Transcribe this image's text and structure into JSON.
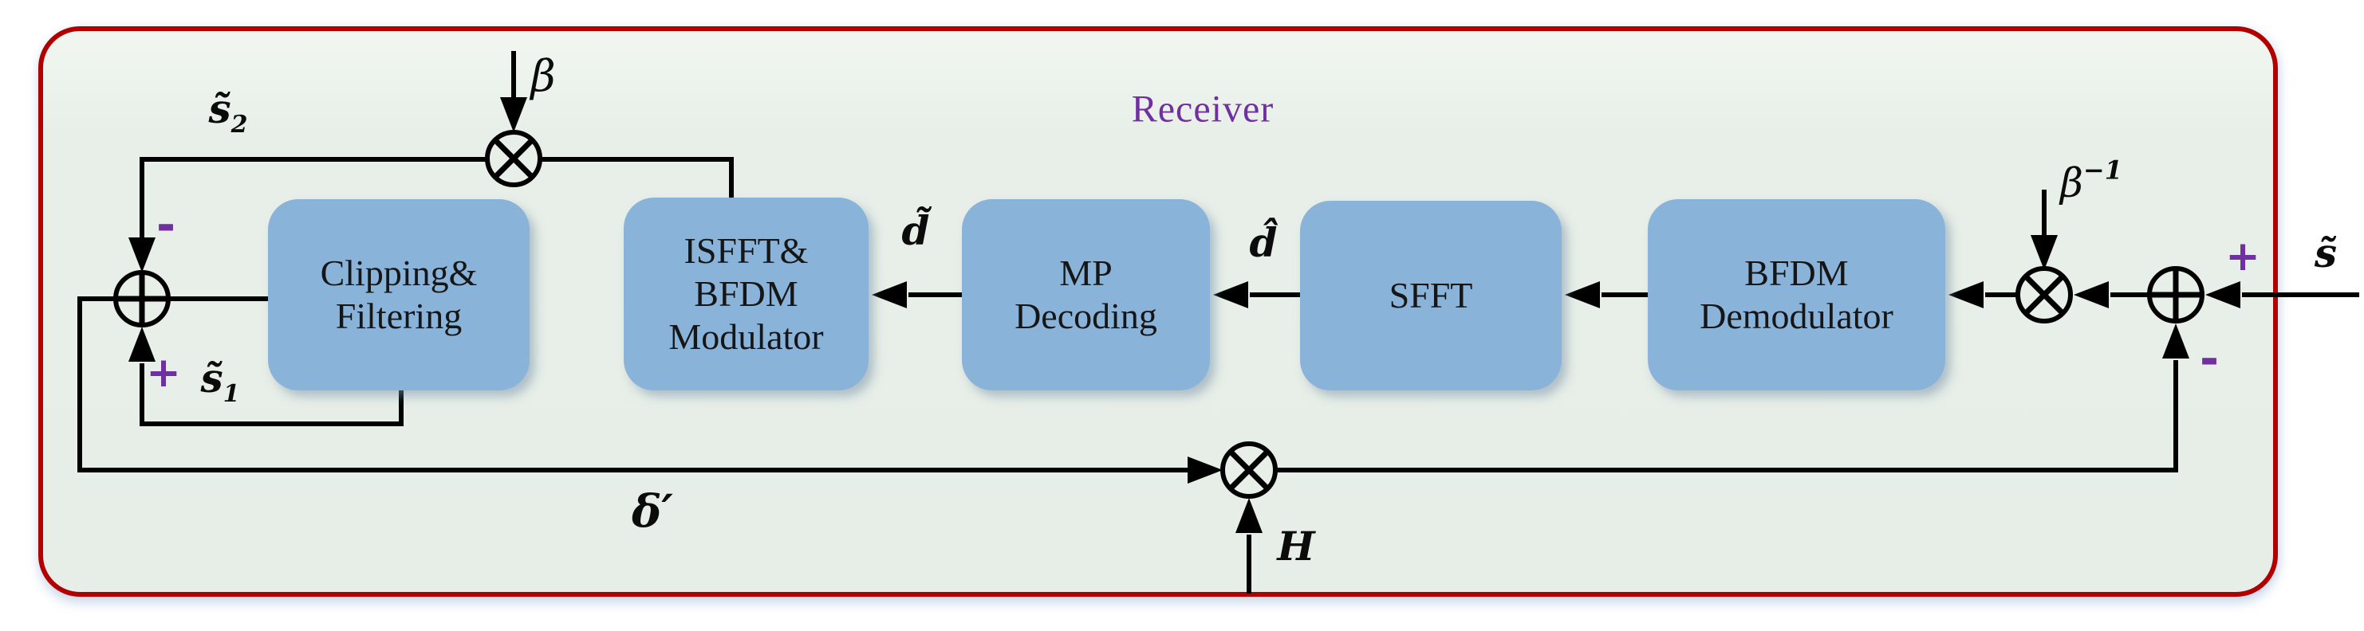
{
  "diagram": {
    "title": "Receiver",
    "blocks": [
      {
        "id": "clipping-filtering",
        "label": "Clipping&\nFiltering"
      },
      {
        "id": "isfft-bfdm-modulator",
        "label": "ISFFT&\nBFDM\nModulator"
      },
      {
        "id": "mp-decoding",
        "label": "MP\nDecoding"
      },
      {
        "id": "sfft",
        "label": "SFFT"
      },
      {
        "id": "bfdm-demodulator",
        "label": "BFDM\nDemodulator"
      }
    ],
    "signals": {
      "beta": "β",
      "beta_inv": {
        "base": "β",
        "sup": "−1"
      },
      "s2": {
        "base": "s̃",
        "sub": "2"
      },
      "s1": {
        "base": "s̃",
        "sub": "1"
      },
      "s_in": "s̃",
      "d_tilde": "d̃",
      "d_hat": "d̂",
      "delta_prime": "δ′",
      "channel": "H",
      "plus_left": "+",
      "minus_left": "-",
      "plus_right": "+",
      "minus_right": "-"
    },
    "colors": {
      "border": "#b00000",
      "panel_background": "#e8efe8",
      "block_fill": "#8ab3da",
      "accent_purple": "#7030a0",
      "line": "#000000"
    }
  }
}
